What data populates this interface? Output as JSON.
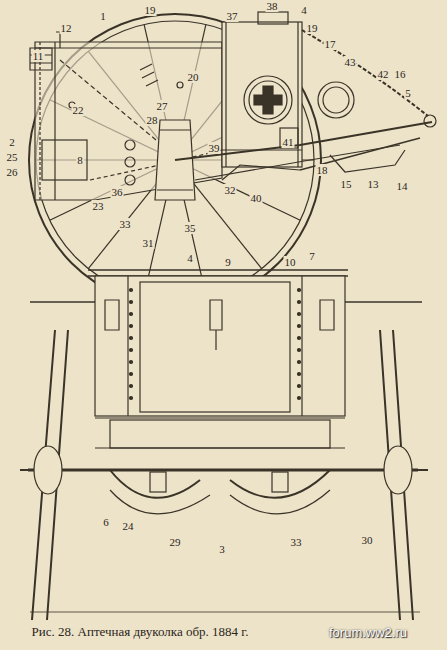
{
  "diagram": {
    "caption": "Рис. 28. Аптечная двуколка обр. 1884 г.",
    "labels": [
      "11",
      "12",
      "1",
      "19",
      "37",
      "38",
      "4",
      "19",
      "17",
      "43",
      "42",
      "16",
      "5",
      "22",
      "20",
      "27",
      "28",
      "2",
      "25",
      "26",
      "8",
      "39",
      "41",
      "18",
      "15",
      "13",
      "14",
      "36",
      "23",
      "32",
      "40",
      "33",
      "31",
      "35",
      "7",
      "4",
      "9",
      "10",
      "6",
      "24",
      "29",
      "3",
      "33",
      "30",
      "forum.ww2.ru"
    ]
  }
}
